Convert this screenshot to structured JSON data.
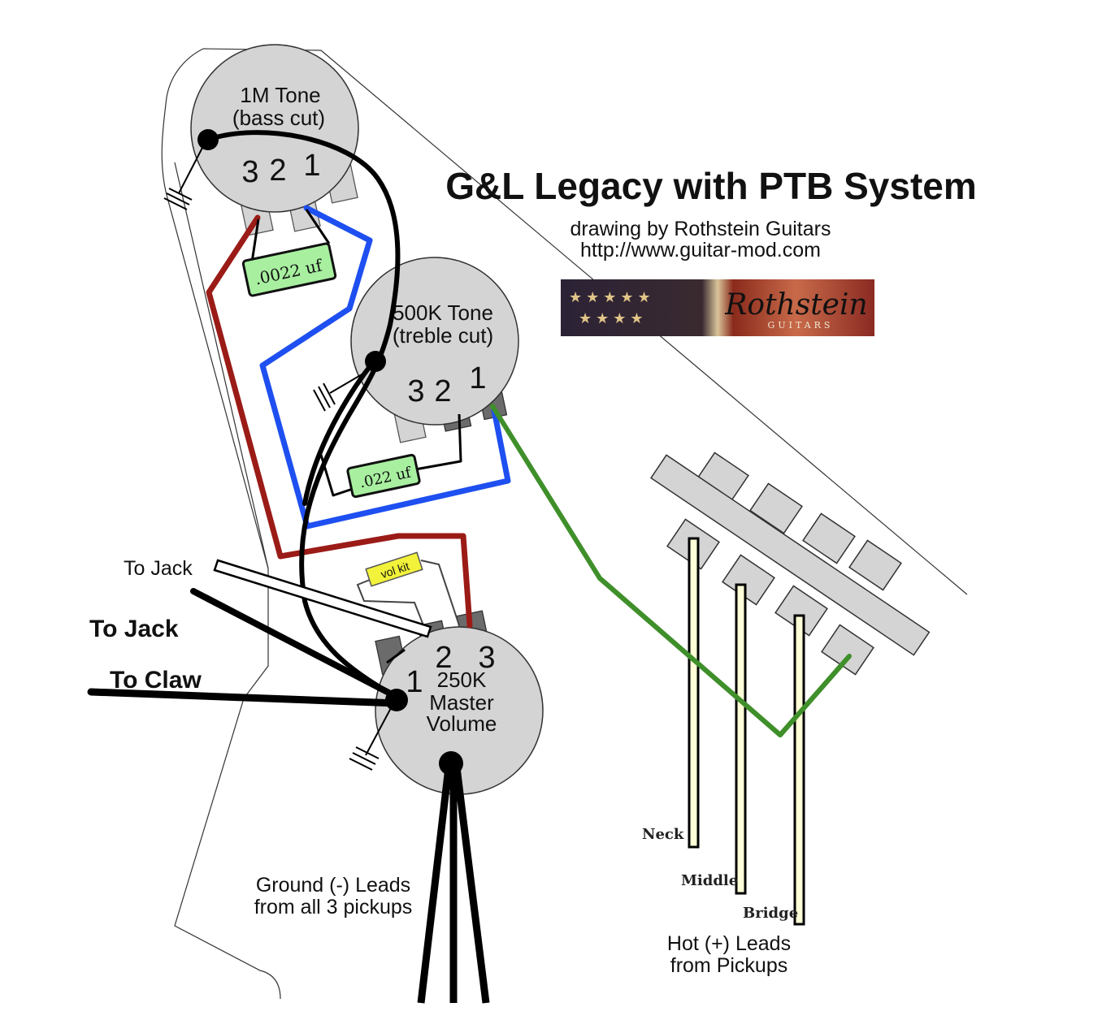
{
  "title": "G&L Legacy with PTB System",
  "credit": {
    "line1": "drawing by Rothstein Guitars",
    "line2": "http://www.guitar-mod.com"
  },
  "logo": {
    "name": "Rothstein",
    "sub": "GUITARS"
  },
  "pots": {
    "bass": {
      "line1": "1M Tone",
      "line2": "(bass cut)",
      "lugs": [
        "3",
        "2",
        "1"
      ]
    },
    "treble": {
      "line1": "500K Tone",
      "line2": "(treble cut)",
      "lugs": [
        "3",
        "2",
        "1"
      ]
    },
    "volume": {
      "line1": "250K",
      "line2": "Master",
      "line3": "Volume",
      "lugs": [
        "1",
        "2",
        "3"
      ]
    }
  },
  "capacitors": {
    "bass": ".0022 uf",
    "treble": ".022 uf",
    "volkit": "vol kit"
  },
  "labels": {
    "to_jack_shielded": "To Jack",
    "to_jack": "To Jack",
    "to_claw": "To Claw",
    "ground_leads_1": "Ground (-) Leads",
    "ground_leads_2": "from all 3 pickups",
    "hot_leads_1": "Hot (+) Leads",
    "hot_leads_2": "from Pickups"
  },
  "pickups": [
    "Neck",
    "Middle",
    "Bridge"
  ],
  "wire_colors": {
    "red": "#9b1b17",
    "blue": "#1e4ff0",
    "green": "#3f8f2a",
    "black": "#000000",
    "capacitor": "#a8f0a0",
    "vol_kit": "#f2f23a"
  }
}
